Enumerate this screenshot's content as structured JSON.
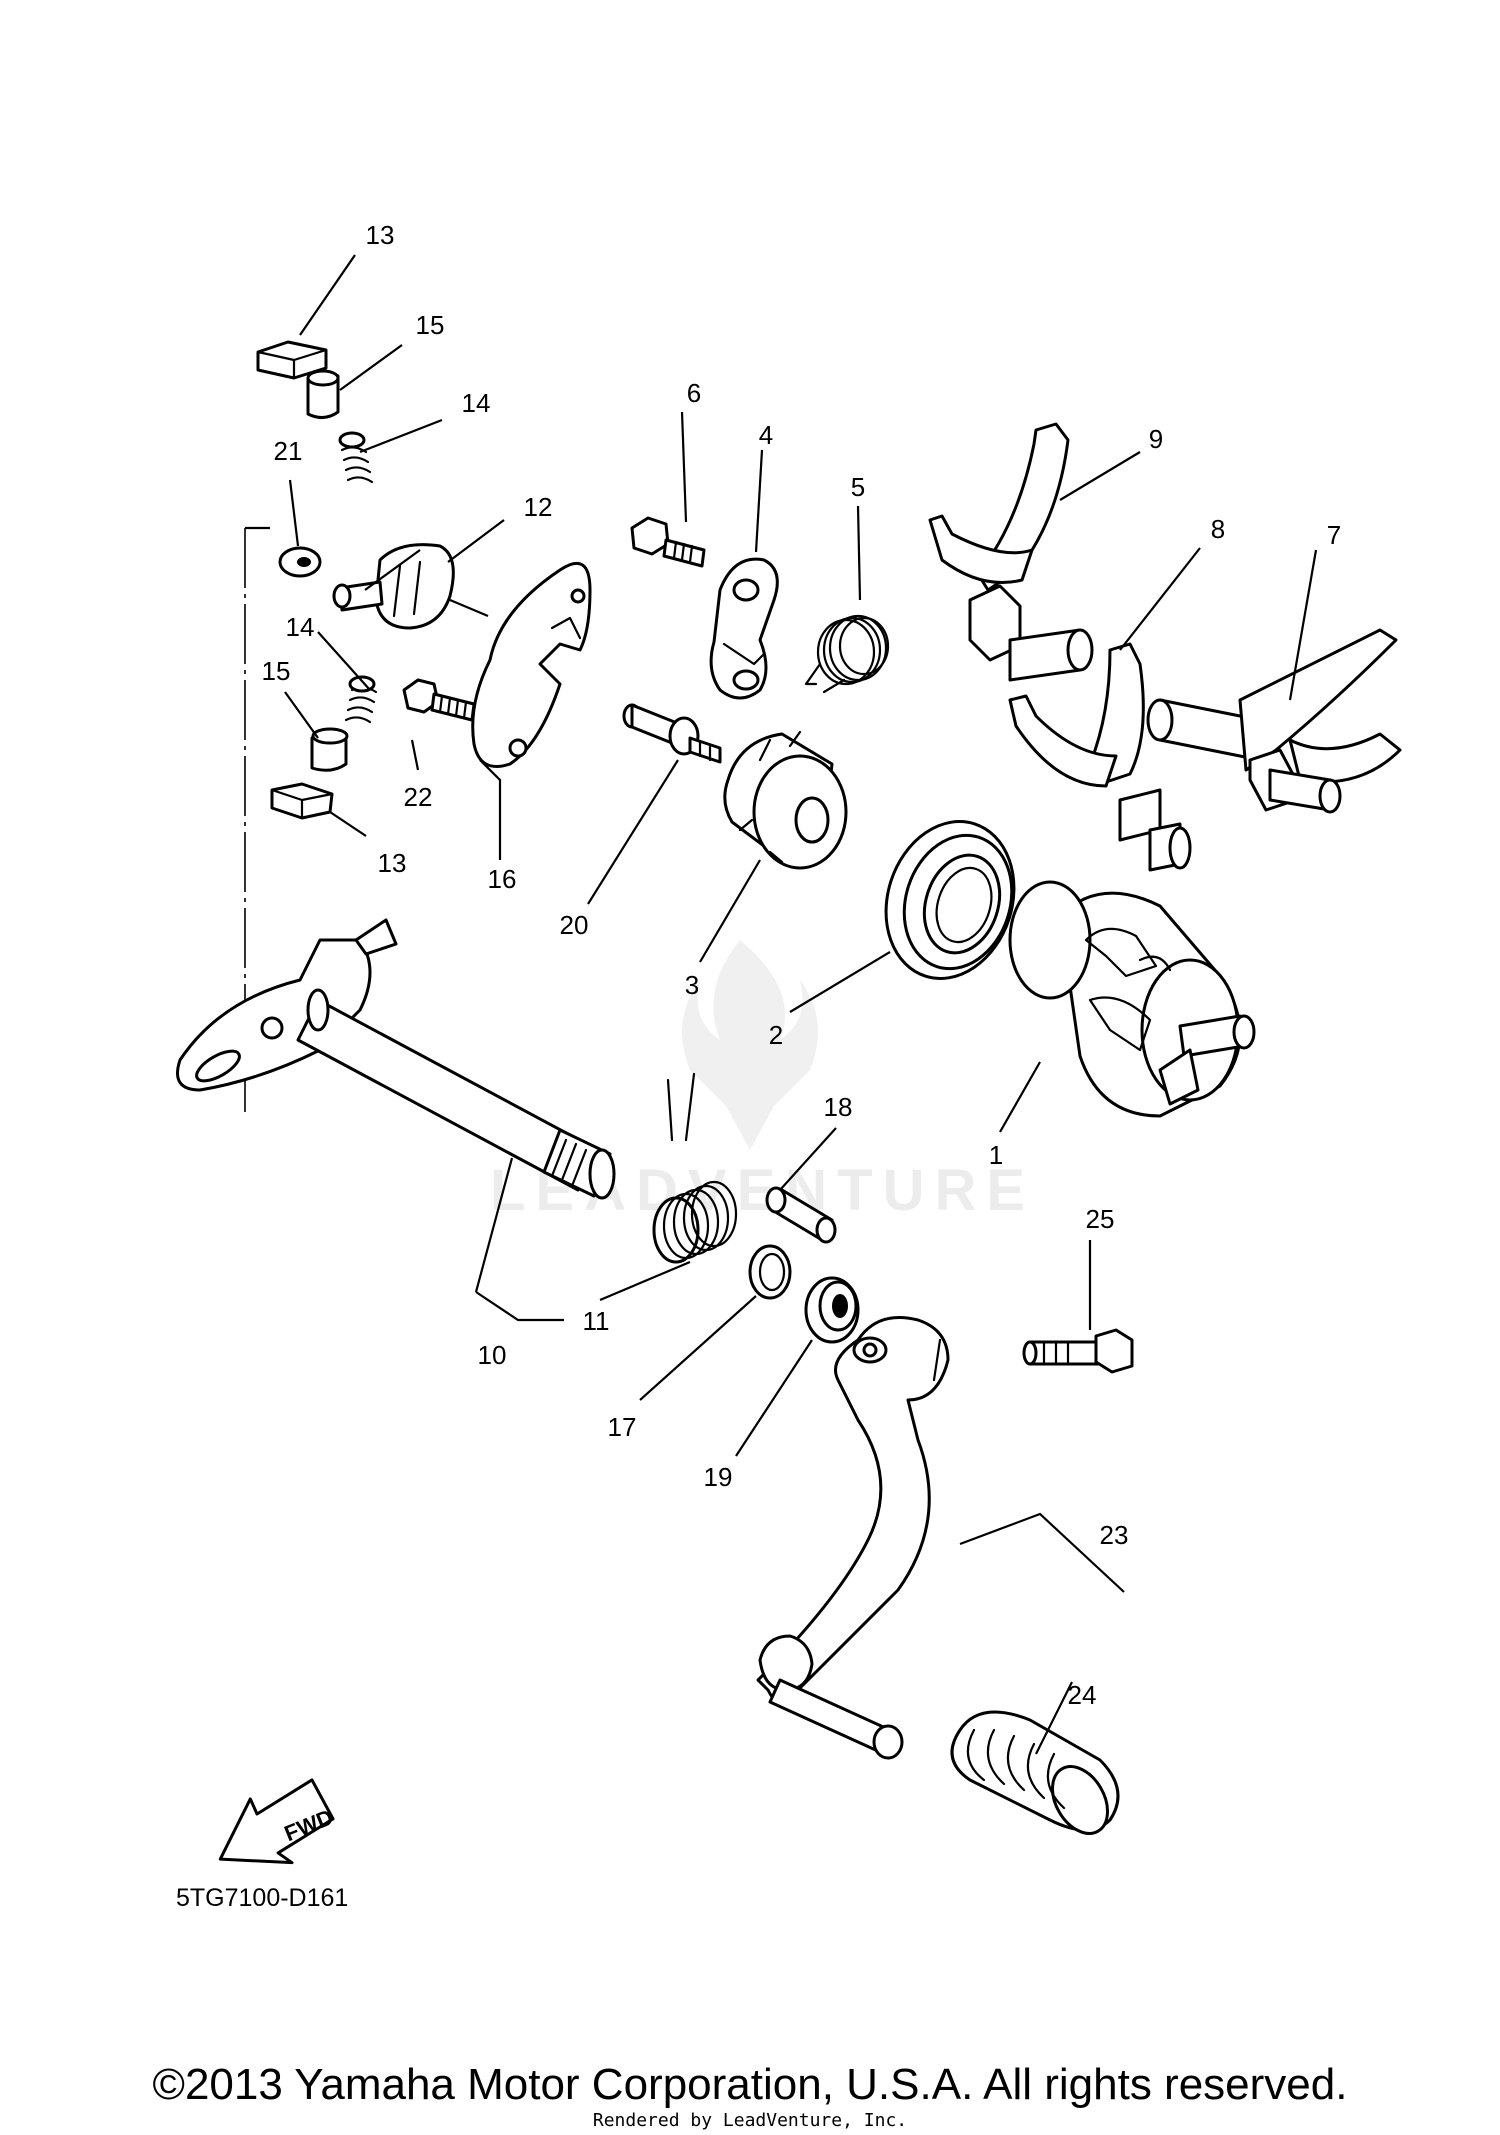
{
  "diagram": {
    "part_labels": {
      "p1": "1",
      "p2": "2",
      "p3": "3",
      "p4": "4",
      "p5": "5",
      "p6": "6",
      "p7": "7",
      "p8": "8",
      "p9": "9",
      "p10": "10",
      "p11": "11",
      "p12": "12",
      "p13a": "13",
      "p13b": "13",
      "p14a": "14",
      "p14b": "14",
      "p15a": "15",
      "p15b": "15",
      "p16": "16",
      "p17": "17",
      "p18": "18",
      "p19": "19",
      "p20": "20",
      "p21": "21",
      "p22": "22",
      "p23": "23",
      "p24": "24",
      "p25": "25"
    },
    "diagram_code": "5TG7100-D161",
    "fwd_label": "FWD",
    "watermark": "LEADVENTURE",
    "copyright": "©2013 Yamaha Motor Corporation, U.S.A. All rights reserved.",
    "rendered_by": "Rendered by LeadVenture, Inc."
  }
}
